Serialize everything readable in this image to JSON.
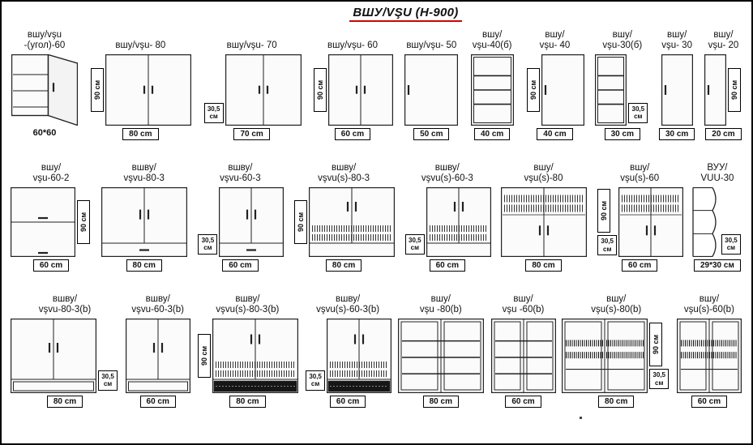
{
  "title": "ВШУ/VŞU  (Н-900)",
  "underline_color": "#d40000",
  "rows": [
    {
      "items": [
        {
          "label": [
            "вшу/vşu",
            "-(угол)-60"
          ],
          "dim": "60*60",
          "dim_boxed": false,
          "style": "corner"
        },
        {
          "label": [
            "вшу/vşu- 80"
          ],
          "dim": "80 cm",
          "dim_boxed": true,
          "style": "two",
          "cm": 80,
          "sides": [
            {
              "kind": "tall",
              "side": "left",
              "text": "90 см"
            }
          ]
        },
        {
          "label": [
            "вшу/vşu- 70"
          ],
          "dim": "70 cm",
          "dim_boxed": true,
          "style": "two",
          "cm": 70,
          "sides": [
            {
              "kind": "small",
              "side": "left",
              "text": "30,5 см"
            }
          ]
        },
        {
          "label": [
            "вшу/vşu- 60"
          ],
          "dim": "60 cm",
          "dim_boxed": true,
          "style": "two",
          "cm": 60,
          "sides": [
            {
              "kind": "tall",
              "side": "left",
              "text": "90 см"
            }
          ]
        },
        {
          "label": [
            "вшу/vşu- 50"
          ],
          "dim": "50 cm",
          "dim_boxed": true,
          "style": "one",
          "cm": 50
        },
        {
          "label": [
            "вшу/",
            "vşu-40(б)"
          ],
          "dim": "40 cm",
          "dim_boxed": true,
          "style": "shelf",
          "cm": 40
        },
        {
          "label": [
            "вшу/",
            "vşu- 40"
          ],
          "dim": "40 cm",
          "dim_boxed": true,
          "style": "one",
          "cm": 40,
          "sides": [
            {
              "kind": "tall",
              "side": "left",
              "text": "90 см"
            }
          ]
        },
        {
          "label": [
            "вшу/",
            "vşu-30(б)"
          ],
          "dim": "30 cm",
          "dim_boxed": true,
          "style": "shelf",
          "cm": 30,
          "sides": [
            {
              "kind": "small",
              "side": "right",
              "text": "30,5 см"
            }
          ]
        },
        {
          "label": [
            "вшу/",
            "vşu- 30"
          ],
          "dim": "30 cm",
          "dim_boxed": true,
          "style": "one",
          "cm": 30
        },
        {
          "label": [
            "вшу/",
            "vşu- 20"
          ],
          "dim": "20 cm",
          "dim_boxed": true,
          "style": "one",
          "cm": 20,
          "sides": [
            {
              "kind": "tall",
              "side": "right",
              "text": "90 см"
            }
          ]
        }
      ]
    },
    {
      "items": [
        {
          "label": [
            "вшу/",
            "vşu-60-2"
          ],
          "dim": "60 cm",
          "dim_boxed": true,
          "style": "flip2",
          "cm": 60,
          "sides": [
            {
              "kind": "tall",
              "side": "right",
              "text": "90 см"
            }
          ]
        },
        {
          "label": [
            "вшву/",
            "vşvu-80-3"
          ],
          "dim": "80 cm",
          "dim_boxed": true,
          "style": "d3",
          "cm": 80
        },
        {
          "label": [
            "вшву/",
            "vşvu-60-3"
          ],
          "dim": "60 cm",
          "dim_boxed": true,
          "style": "d3",
          "cm": 60,
          "sides": [
            {
              "kind": "small",
              "side": "left",
              "text": "30,5 см"
            }
          ]
        },
        {
          "label": [
            "вшву/",
            "vşvu(s)-80-3"
          ],
          "dim": "80 cm",
          "dim_boxed": true,
          "style": "d3s",
          "cm": 80,
          "sides": [
            {
              "kind": "tall",
              "side": "left",
              "text": "90 см"
            }
          ]
        },
        {
          "label": [
            "вшву/",
            "vşvu(s)-60-3"
          ],
          "dim": "60 cm",
          "dim_boxed": true,
          "style": "d3s",
          "cm": 60,
          "sides": [
            {
              "kind": "small",
              "side": "left",
              "text": "30,5 см"
            }
          ]
        },
        {
          "label": [
            "вшу/",
            "vşu(s)-80"
          ],
          "dim": "80 cm",
          "dim_boxed": true,
          "style": "dish2",
          "cm": 80
        },
        {
          "label": [
            "вшу/",
            "vşu(s)-60"
          ],
          "dim": "60 cm",
          "dim_boxed": true,
          "style": "dish2",
          "cm": 60,
          "sides": [
            {
              "kind": "tall",
              "side": "left",
              "text": "90 см"
            },
            {
              "kind": "small",
              "side": "left",
              "text": "30,5 см"
            }
          ]
        },
        {
          "label": [
            "ВУУ/",
            "VUU-30"
          ],
          "dim": "29*30 см",
          "dim_boxed": true,
          "style": "vuu",
          "sides": [
            {
              "kind": "small",
              "side": "right",
              "text": "30,5 см"
            }
          ]
        }
      ]
    },
    {
      "items": [
        {
          "label": [
            "вшву/",
            "vşvu-80-3(b)"
          ],
          "dim": "80 cm",
          "dim_boxed": true,
          "style": "d3b",
          "cm": 80,
          "sides": [
            {
              "kind": "small",
              "side": "right",
              "text": "30,5 см"
            }
          ]
        },
        {
          "label": [
            "вшву/",
            "vşvu-60-3(b)"
          ],
          "dim": "60 cm",
          "dim_boxed": true,
          "style": "d3b",
          "cm": 60
        },
        {
          "label": [
            "вшву/",
            "vşvu(s)-80-3(b)"
          ],
          "dim": "80 cm",
          "dim_boxed": true,
          "style": "d3sb",
          "cm": 80,
          "sides": [
            {
              "kind": "tall",
              "side": "left",
              "text": "90 см"
            }
          ]
        },
        {
          "label": [
            "вшву/",
            "vşvu(s)-60-3(b)"
          ],
          "dim": "60 cm",
          "dim_boxed": true,
          "style": "d3sb",
          "cm": 60,
          "sides": [
            {
              "kind": "small",
              "side": "left",
              "text": "30,5 см"
            }
          ]
        },
        {
          "label": [
            "вшу/",
            "vşu -80(b)"
          ],
          "dim": "80 cm",
          "dim_boxed": true,
          "style": "glass2",
          "cm": 80
        },
        {
          "label": [
            "вшу/",
            "vşu -60(b)"
          ],
          "dim": "60 cm",
          "dim_boxed": true,
          "style": "glass2",
          "cm": 60
        },
        {
          "label": [
            "вшу/",
            "vşu(s)-80(b)"
          ],
          "dim": "80 cm",
          "dim_boxed": true,
          "style": "glass2s",
          "cm": 80,
          "sides": [
            {
              "kind": "tall",
              "side": "right",
              "text": "90 см"
            },
            {
              "kind": "small",
              "side": "right",
              "text": "30,5 см"
            }
          ]
        },
        {
          "label": [
            "вшу/",
            "vşu(s)-60(b)"
          ],
          "dim": "60 cm",
          "dim_boxed": true,
          "style": "glass2s",
          "cm": 60
        }
      ]
    }
  ]
}
